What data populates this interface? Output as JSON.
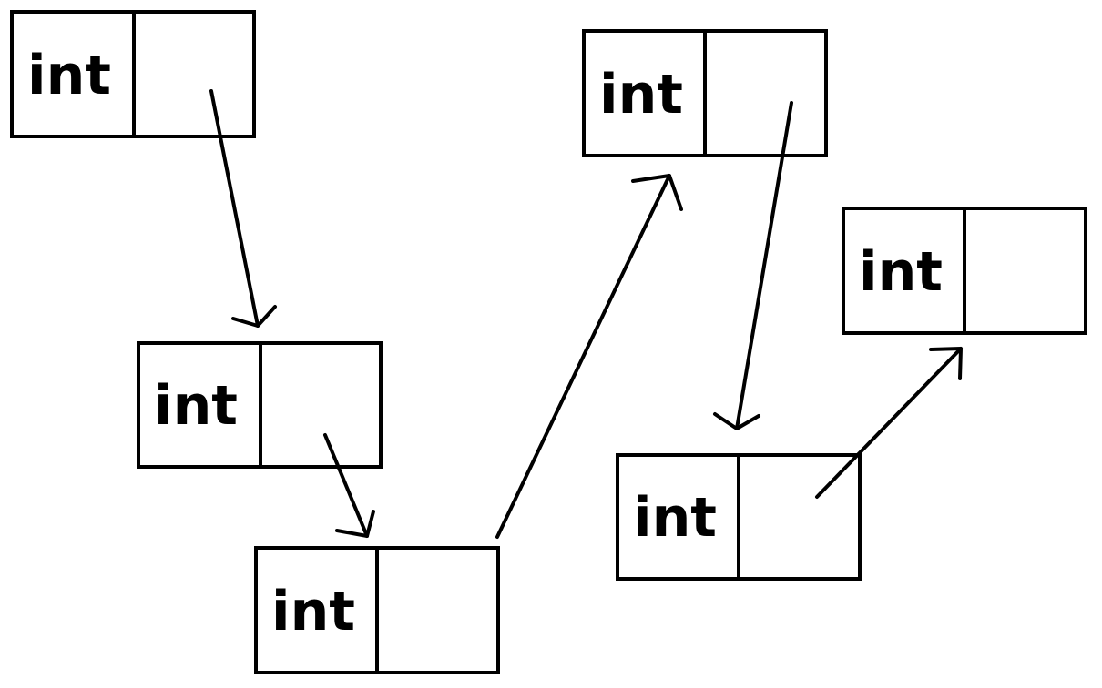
{
  "nodes": [
    {
      "value_label": "int"
    },
    {
      "value_label": "int"
    },
    {
      "value_label": "int"
    },
    {
      "value_label": "int"
    },
    {
      "value_label": "int"
    },
    {
      "value_label": "int"
    }
  ],
  "colors": {
    "stroke": "#000000",
    "background": "#ffffff"
  }
}
